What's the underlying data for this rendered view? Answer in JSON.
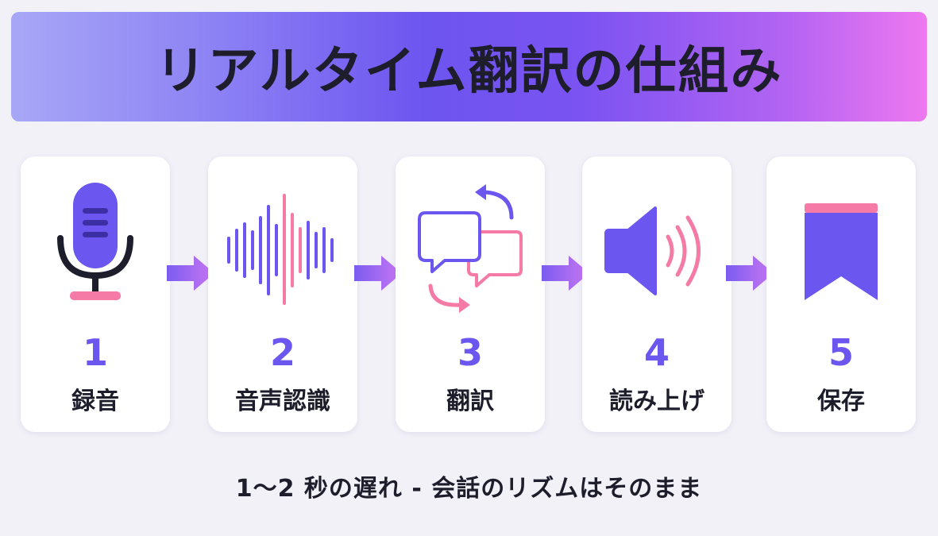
{
  "title": "リアルタイム翻訳の仕組み",
  "steps": [
    {
      "number": "1",
      "label": "録音",
      "icon": "microphone-icon"
    },
    {
      "number": "2",
      "label": "音声認識",
      "icon": "sound-wave-icon"
    },
    {
      "number": "3",
      "label": "翻訳",
      "icon": "translate-chat-icon"
    },
    {
      "number": "4",
      "label": "読み上げ",
      "icon": "speaker-icon"
    },
    {
      "number": "5",
      "label": "保存",
      "icon": "bookmark-icon"
    }
  ],
  "footer": "1～2 秒の遅れ - 会話のリズムはそのまま",
  "colors": {
    "accent": "#6b56ef",
    "pink": "#f57aa5",
    "text": "#1d1d2b",
    "background": "#f2f1f8"
  }
}
